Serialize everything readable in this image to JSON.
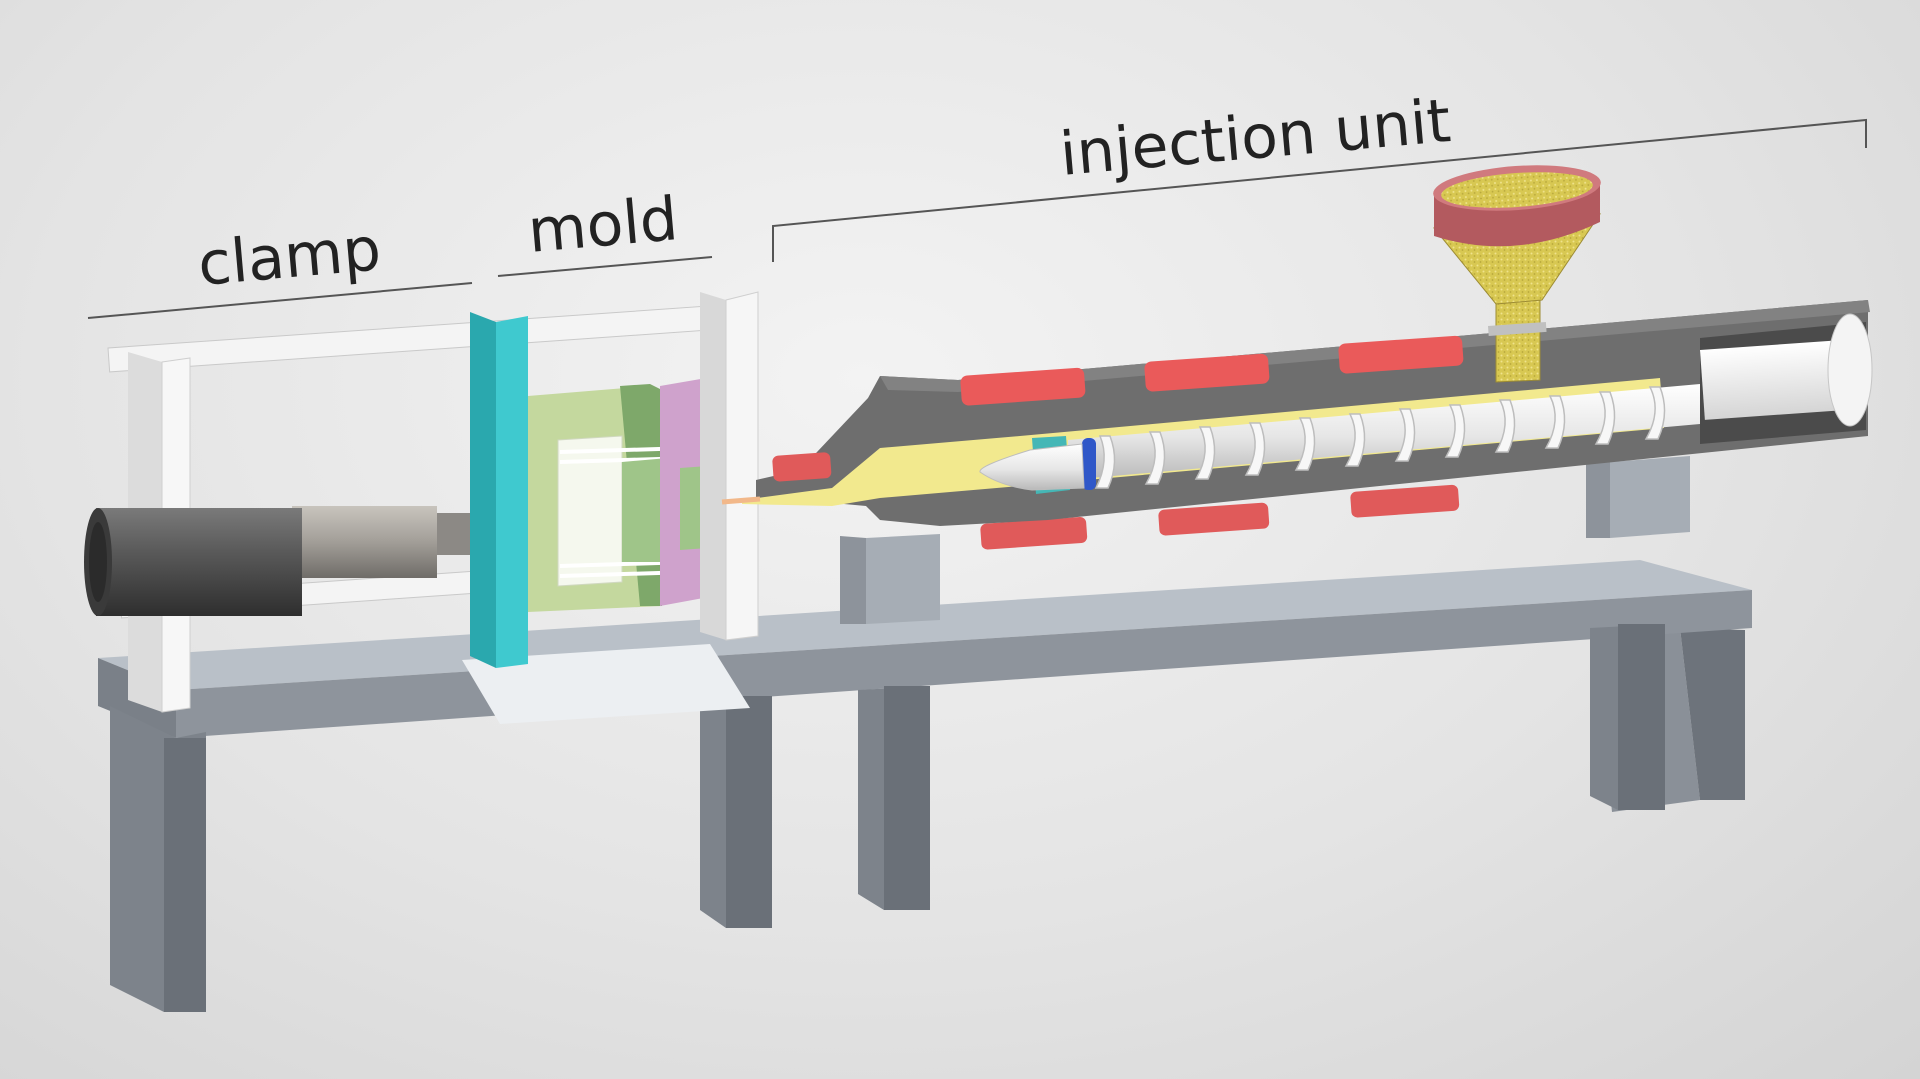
{
  "labels": {
    "clamp": "clamp",
    "mold": "mold",
    "injection_unit": "injection unit"
  },
  "colors": {
    "frame": "#f1f1f1",
    "bed": "#9aa0a8",
    "stationary_platen": "#35c2c8",
    "mold_half_green": "#bfd49a",
    "mold_half_pink": "#c99ac7",
    "barrel": "#6b6b6b",
    "melt": "#f0e78a",
    "heater_bands": "#ea5a5a",
    "hopper": "#b35a5f",
    "pellets": "#dccb55"
  }
}
